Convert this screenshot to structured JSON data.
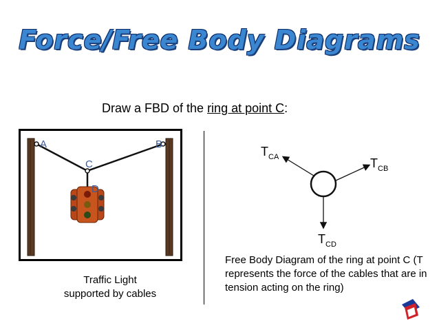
{
  "slide": {
    "title": "Force/Free Body Diagrams",
    "instruction_prefix": "Draw a FBD of the ",
    "instruction_underlined": "ring at point C",
    "instruction_suffix": ":"
  },
  "scene": {
    "labels": {
      "a": "A",
      "b": "B",
      "c": "C",
      "d": "D"
    },
    "caption_line1": "Traffic Light",
    "caption_line2": "supported by cables"
  },
  "fbd": {
    "t_ca_main": "T",
    "t_ca_sub": "CA",
    "t_cb_main": "T",
    "t_cb_sub": "CB",
    "t_cd_main": "T",
    "t_cd_sub": "CD",
    "caption": "Free Body Diagram of the ring at point C (T represents the force of the cables that are in tension acting on the ring)"
  },
  "colors": {
    "title": "#3a86d0",
    "label": "#3a5a9a",
    "pole": "#5a3a22"
  }
}
